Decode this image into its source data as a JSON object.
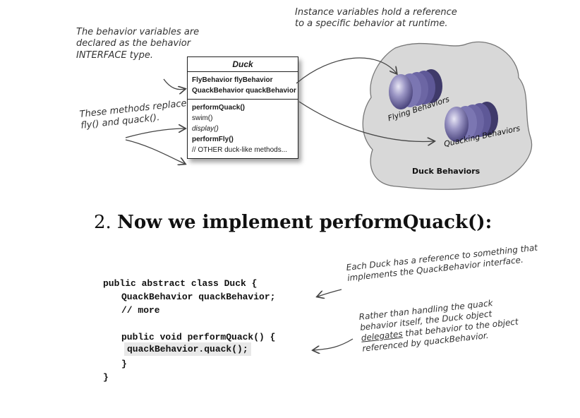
{
  "notes": {
    "behavior_vars": [
      "The behavior variables are",
      "declared as the behavior",
      "INTERFACE type."
    ],
    "instance_vars": [
      "Instance variables hold a reference",
      "to a specific behavior at runtime."
    ],
    "methods_replace": [
      "These methods replace",
      "fly() and quack()."
    ],
    "each_duck": [
      "Each Duck has a reference to something that",
      "implements the QuackBehavior interface."
    ],
    "delegates_1": [
      "Rather than handling the quack",
      "behavior itself, the Duck object"
    ],
    "delegates_word": "delegates",
    "delegates_rest": " that behavior to the object",
    "delegates_last": "referenced by quackBehavior."
  },
  "uml": {
    "class_name": "Duck",
    "fields": [
      "FlyBehavior flyBehavior",
      "QuackBehavior quackBehavior"
    ],
    "methods": [
      {
        "text": "performQuack()",
        "style": "bold"
      },
      {
        "text": "swim()",
        "style": "normal"
      },
      {
        "text": "display()",
        "style": "italic"
      },
      {
        "text": "performFly()",
        "style": "bold"
      },
      {
        "text": "// OTHER duck-like methods...",
        "style": "normal"
      }
    ]
  },
  "cloud": {
    "flying_label": "Flying Behaviors",
    "quacking_label": "Quacking Behaviors",
    "title": "Duck Behaviors"
  },
  "heading": {
    "number": "2.",
    "text": "Now we implement performQuack():"
  },
  "code": {
    "line1": "public abstract class Duck {",
    "line2": "QuackBehavior quackBehavior;",
    "line3": "// more",
    "line4": "public void performQuack() {",
    "line5": "quackBehavior.quack();",
    "line6": "}",
    "line7": "}"
  },
  "colors": {
    "cloud": "#d9d9d9",
    "disc": "#9a95c4",
    "disc_dark": "#5e5897"
  }
}
